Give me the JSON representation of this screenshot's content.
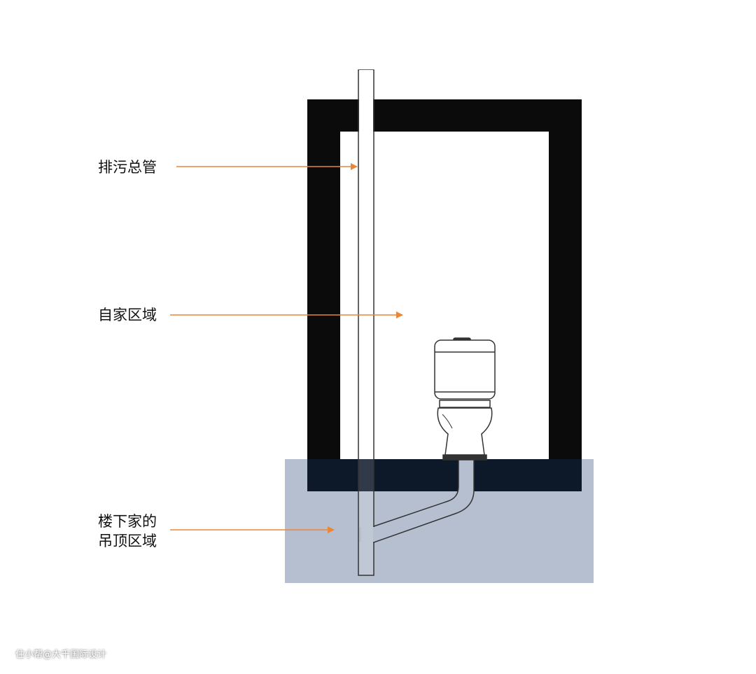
{
  "labels": {
    "main_pipe": "排污总管",
    "own_area": "自家区域",
    "downstairs_line1": "楼下家的",
    "downstairs_line2": "吊顶区域"
  },
  "watermark": "住小帮@大千国际设计",
  "colors": {
    "arrow": "#e8873a",
    "wall": "#0b0b0b",
    "ceiling_area": "#b6bfcf",
    "floor_slab": "#0d1828"
  }
}
